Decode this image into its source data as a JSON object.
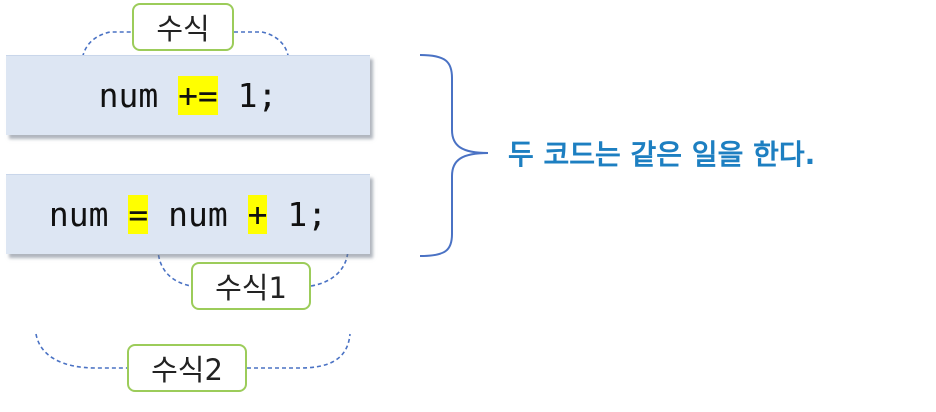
{
  "code_lines": [
    {
      "tokens": [
        {
          "text": "num ",
          "highlight": false
        },
        {
          "text": "+=",
          "highlight": true
        },
        {
          "text": " 1;",
          "highlight": false
        }
      ]
    },
    {
      "tokens": [
        {
          "text": "num ",
          "highlight": false
        },
        {
          "text": "=",
          "highlight": true
        },
        {
          "text": " num ",
          "highlight": false
        },
        {
          "text": "+",
          "highlight": true
        },
        {
          "text": " 1;",
          "highlight": false
        }
      ]
    }
  ],
  "labels": {
    "top": "수식",
    "expr1": "수식1",
    "expr2": "수식2"
  },
  "note": "두 코드는 같은 일을 한다.",
  "colors": {
    "highlight": "#ffff00",
    "note_text": "#1d7fc1",
    "label_border": "#9ccc5a",
    "bracket": "#4a72c4",
    "code_background": "#dde6f3"
  }
}
